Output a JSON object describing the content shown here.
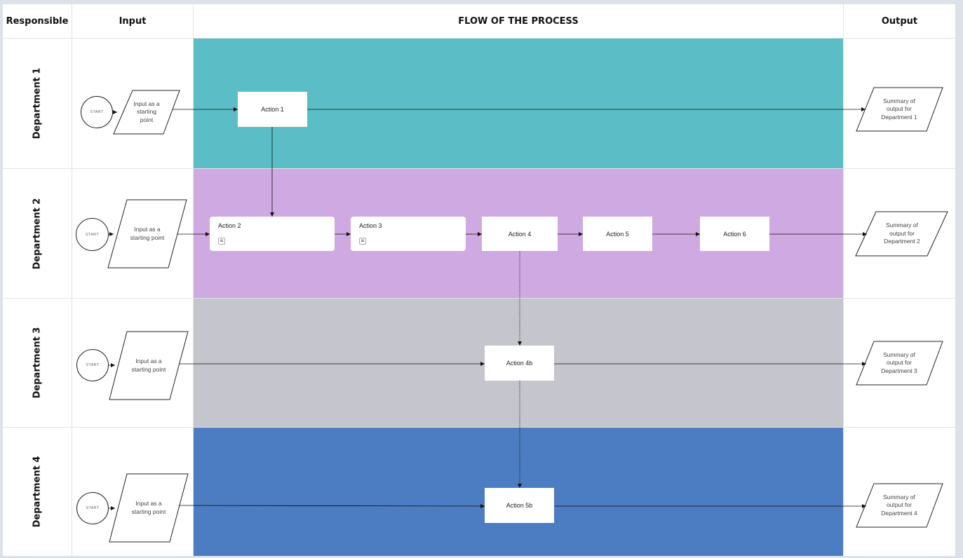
{
  "header": {
    "responsible": "Responsible",
    "input": "Input",
    "flow": "FLOW OF THE PROCESS",
    "output": "Output"
  },
  "lanes": [
    {
      "department": "Department 1",
      "color": "#5bbec6",
      "start_label": "START",
      "input_text": "Input as a\nstarting\npoint",
      "output_text": "Summary of\noutput for\nDepartment 1"
    },
    {
      "department": "Department 2",
      "color": "#cfa9e2",
      "start_label": "START",
      "input_text": "Input as a\nstarting point",
      "output_text": "Summary of\noutput for\nDepartment 2"
    },
    {
      "department": "Department 3",
      "color": "#c4c5cd",
      "start_label": "START",
      "input_text": "Input as a\nstarting point",
      "output_text": "Summary of\noutput for\nDepartment 3"
    },
    {
      "department": "Department 4",
      "color": "#4c7cc2",
      "start_label": "START",
      "input_text": "Input as a\nstarting point",
      "output_text": "Summary of\noutput for\nDepartment 4"
    }
  ],
  "actions": {
    "action1": "Action 1",
    "action2": "Action 2",
    "action3": "Action 3",
    "action4": "Action 4",
    "action5": "Action 5",
    "action6": "Action 6",
    "action4b": "Action 4b",
    "action5b": "Action 5b"
  },
  "note_icons": [
    "notes-icon",
    "notes-icon"
  ]
}
